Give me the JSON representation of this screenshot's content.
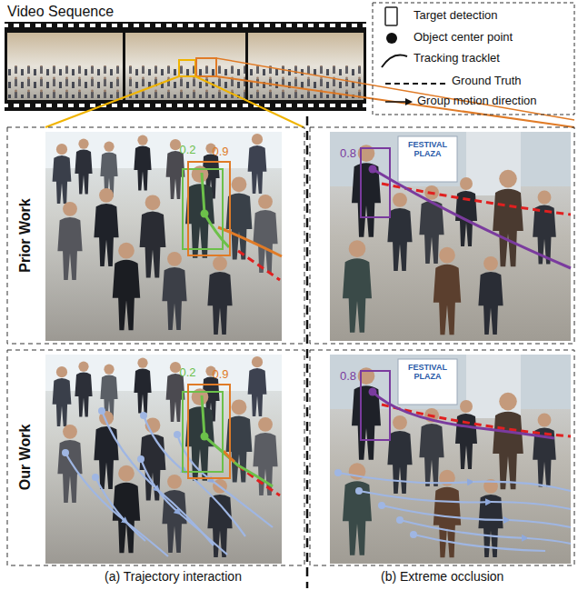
{
  "diagram": {
    "title": "Video Sequence",
    "nodes": [
      {
        "text": [
          "0.2"
        ]
      },
      {
        "text": [
          "0.9"
        ]
      },
      {
        "text": [
          "0.8"
        ]
      },
      {
        "text": [
          "0.2"
        ]
      },
      {
        "text": [
          "0.9"
        ]
      },
      {
        "text": [
          "0.8"
        ]
      }
    ],
    "labels": [
      "Prior Work",
      "Our Work",
      "FESTIVAL PLAZA",
      "FESTIVAL PLAZA",
      "(a) Trajectory interaction",
      "(b) Extreme occlusion"
    ],
    "legend": [
      {
        "text": "Target detection"
      },
      {
        "text": "Object center point"
      },
      {
        "text": "Tracking tracklet"
      },
      {
        "text": "Ground Truth"
      },
      {
        "text": "Group motion direction"
      }
    ]
  }
}
